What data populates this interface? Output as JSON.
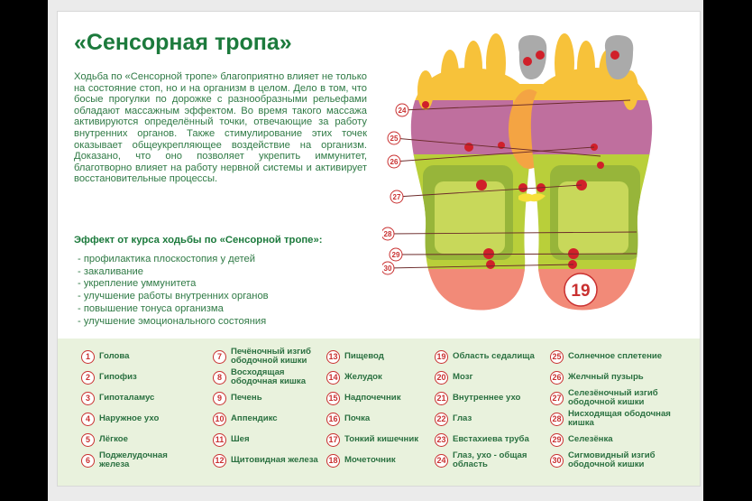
{
  "title": "«Сенсорная тропа»",
  "intro": "Ходьба по «Сенсорной тропе» благоприятно влияет не только на состояние стоп, но и на организм в целом. Дело в том, что босые прогулки по дорожке с разнообразными рельефами обладают массажным эффектом. Во время такого массажа активируются определённый точки, отвечающие за работу внутренних органов. Также стимулирование этих точек оказывает общеукрепляющее воздействие на организм. Доказано, что оно позволяет укрепить иммунитет, благотворно влияет на работу нервной системы и активирует восстановительные процессы.",
  "effect_title": "Эффект от курса ходьбы по «Сенсорной тропе»:",
  "effects": [
    "- профилактика плоскостопия у детей",
    "- закаливание",
    "- укрепление уммунитета",
    "- улучшение работы внутренних органов",
    "- повышение тонуса организма",
    "- улучшение эмоционального состояния"
  ],
  "big_label": "19",
  "colors": {
    "title_green": "#1c7a3c",
    "text_green": "#2f7a45",
    "marker_red": "#c93030",
    "legend_bg": "#e9f2dd"
  },
  "legend": [
    {
      "n": "1",
      "text": "Голова"
    },
    {
      "n": "2",
      "text": "Гипофиз"
    },
    {
      "n": "3",
      "text": "Гипоталамус"
    },
    {
      "n": "4",
      "text": "Наружное ухо"
    },
    {
      "n": "5",
      "text": "Лёгкое"
    },
    {
      "n": "6",
      "text": "Поджелудочная железа"
    },
    {
      "n": "7",
      "text": "Печёночный изгиб ободочной кишки"
    },
    {
      "n": "8",
      "text": "Восходящая ободочная кишка"
    },
    {
      "n": "9",
      "text": "Печень"
    },
    {
      "n": "10",
      "text": "Аппендикс"
    },
    {
      "n": "11",
      "text": "Шея"
    },
    {
      "n": "12",
      "text": "Щитовидная железа"
    },
    {
      "n": "13",
      "text": "Пищевод"
    },
    {
      "n": "14",
      "text": "Желудок"
    },
    {
      "n": "15",
      "text": "Надпочечник"
    },
    {
      "n": "16",
      "text": "Почка"
    },
    {
      "n": "17",
      "text": "Тонкий кишечник"
    },
    {
      "n": "18",
      "text": "Мочеточник"
    },
    {
      "n": "19",
      "text": "Область седалища"
    },
    {
      "n": "20",
      "text": "Мозг"
    },
    {
      "n": "21",
      "text": "Внутреннее ухо"
    },
    {
      "n": "22",
      "text": "Глаз"
    },
    {
      "n": "23",
      "text": "Евстахиева труба"
    },
    {
      "n": "24",
      "text": "Глаз, ухо - общая область"
    },
    {
      "n": "25",
      "text": "Солнечное сплетение"
    },
    {
      "n": "26",
      "text": "Желчный пузырь"
    },
    {
      "n": "27",
      "text": "Селезёночный изгиб ободочной кишки"
    },
    {
      "n": "28",
      "text": "Нисходящая ободочная кишка"
    },
    {
      "n": "29",
      "text": "Селезёнка"
    },
    {
      "n": "30",
      "text": "Сигмовидный изгиб ободочной кишки"
    }
  ]
}
